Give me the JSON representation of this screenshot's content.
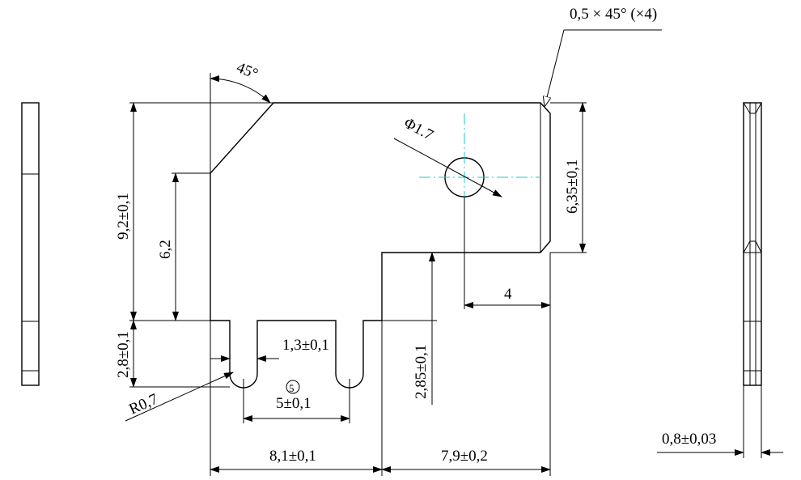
{
  "drawing": {
    "chamfer_note": "0,5 × 45° (×4)",
    "angle": "45°",
    "hole_diameter": "Φ1.7",
    "dims": {
      "height_overall": "9,2±0,1",
      "height_inner": "6,2",
      "height_right": "6,35±0,1",
      "notch_height": "2,8±0,1",
      "step_height": "2,85±0,1",
      "hole_offset": "4",
      "slot_width": "1,3±0,1",
      "slot_spacing": "5±0,1",
      "radius": "R0,7",
      "width_left": "8,1±0,1",
      "width_right": "7,9±0,2",
      "thickness": "0,8±0,03"
    },
    "balloon": "5"
  },
  "colors": {
    "line": "#000000",
    "centerline": "#1ecbd6",
    "background": "#ffffff"
  }
}
